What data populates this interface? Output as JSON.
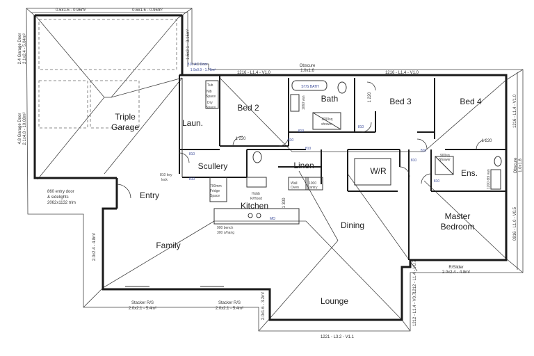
{
  "rooms": {
    "triple_garage": [
      "Triple",
      "Garage"
    ],
    "laundry": "Laun.",
    "bed2": "Bed 2",
    "bath": "Bath",
    "bed3": "Bed 3",
    "bed4": "Bed 4",
    "scullery": "Scullery",
    "linen": "Linen",
    "wr": "W/R",
    "ensuite": "Ens.",
    "entry": "Entry",
    "kitchen": "Kitchen",
    "dining": "Dining",
    "master": [
      "Master",
      "Bedroom"
    ],
    "family": "Family",
    "lounge": "Lounge"
  },
  "labels": {
    "garage_door_left": "0.6x1.6 - 0.96m²",
    "garage_door_right": "0.6x1.6 - 0.96m²",
    "garage_side_door1": "2.4 Garage Door",
    "garage_side_door1b": "2.1x2.4 - 5.04m²",
    "garage_side_door2": "4.8 Garage Door",
    "garage_side_door2b": "2.1x4.8 - 10.08m²",
    "garage_window_right": "1.5x2.1 - 3.15m²",
    "ac_door": "810 AC Door",
    "ac_door_size": "1.9x0.9 - 1.76m²",
    "obscure_top": "Obscure",
    "obscure_top_size": "1.0x1.6",
    "win_bed2": "1216 - L1.4 - V1.0",
    "win_bed3": "1216 - L1.4 - V1.0",
    "win_bed4_right": "1216 - L1.4 - V1.0",
    "obscure_right": "Obscure",
    "obscure_right_size": "1.0x1.8",
    "win_master_right": "0916 - L1.0 - V0.5",
    "master_slider": "R/Slider",
    "master_slider_size": "2.0x2.4 - 4.8m²",
    "win_lounge_right1": "1212 - L1.4 - V0.7",
    "win_lounge_right2": "1212 - L1.4 - V0.7",
    "win_lounge_bottom": "1221 - L3.2 - V1.1",
    "win_lounge_left": "2.0x1.6 - 3.2m²",
    "stacker1": "Stacker R/S",
    "stacker1_size": "2.0x2.1 - 5.4m²",
    "stacker2": "Stacker R/S",
    "stacker2_size": "2.0x2.1 - 5.4m²",
    "win_family_left": "2.0x2.4 - 4.8m²",
    "entry_door": "860 entry door",
    "entry_door2": "& sidelights",
    "entry_door3": "2062x1132 trim",
    "tub": "Tub",
    "nib": "Nib",
    "space": "Space",
    "dry": "Dry",
    "space2": "Space",
    "ssbath": "ST/S BATH",
    "shower": "1000sq",
    "shower2": "shower",
    "vanity": "1060 van",
    "d1220_bed2": "1 220",
    "d1220_bed3": "1 220",
    "d1220_bed4": "1 220",
    "d810_a": "810",
    "d810_b": "810",
    "d810_c": "810",
    "d810_d": "810",
    "d810_e": "810",
    "d810_f": "810",
    "d810_g": "810",
    "d810_h": "810",
    "d810_i": "810",
    "fridge": "700mm",
    "fridge2": "Fridge",
    "fridge3": "Space",
    "hobb": "Hobb",
    "hobb2": "R/Hood",
    "wall_oven": "Wall",
    "wall_oven2": "Oven",
    "pantry": "1000",
    "pantry2": "Pantry",
    "bench": "900 bench",
    "overhang": "300 o/hang",
    "dim_1300": "1 300",
    "mo": "MO",
    "ens_shower": "900sq",
    "ens_shower2": "Shower",
    "ens_van": "1200 dbl van",
    "lock": "810 key",
    "lock2": "lock"
  }
}
